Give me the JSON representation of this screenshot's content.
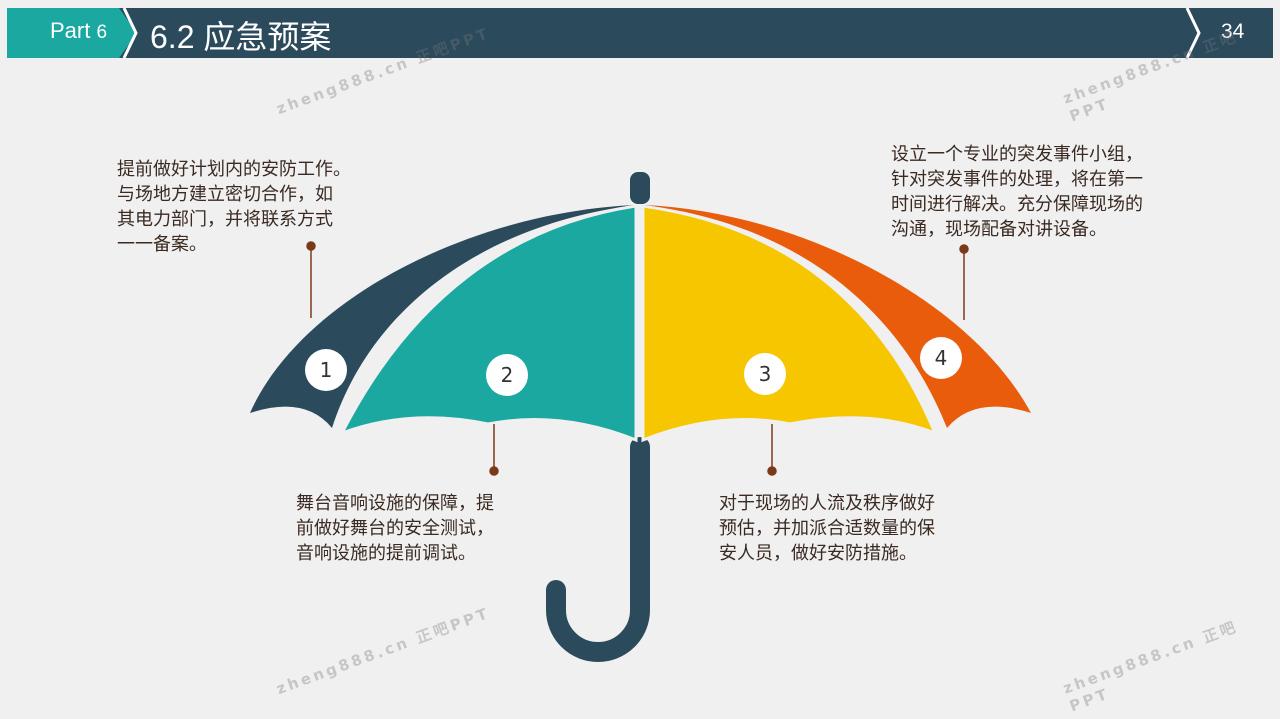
{
  "header": {
    "part_label": "Part",
    "part_number": "6",
    "title": "6.2 应急预案",
    "page_number": "34"
  },
  "watermark": "zheng888.cn 正吧PPT",
  "colors": {
    "dark": "#2b4a5c",
    "teal": "#1aa8a0",
    "yellow": "#f6c700",
    "orange": "#e95c0c"
  },
  "items": [
    {
      "number": "1",
      "text": "提前做好计划内的安防工作。\n与场地方建立密切合作，如\n其电力部门，并将联系方式\n一一备案。"
    },
    {
      "number": "2",
      "text": "舞台音响设施的保障，提\n前做好舞台的安全测试，\n音响设施的提前调试。"
    },
    {
      "number": "3",
      "text": "对于现场的人流及秩序做好\n预估，并加派合适数量的保\n安人员，做好安防措施。"
    },
    {
      "number": "4",
      "text": "设立一个专业的突发事件小组，\n针对突发事件的处理，将在第一\n时间进行解决。充分保障现场的\n沟通，现场配备对讲设备。"
    }
  ]
}
